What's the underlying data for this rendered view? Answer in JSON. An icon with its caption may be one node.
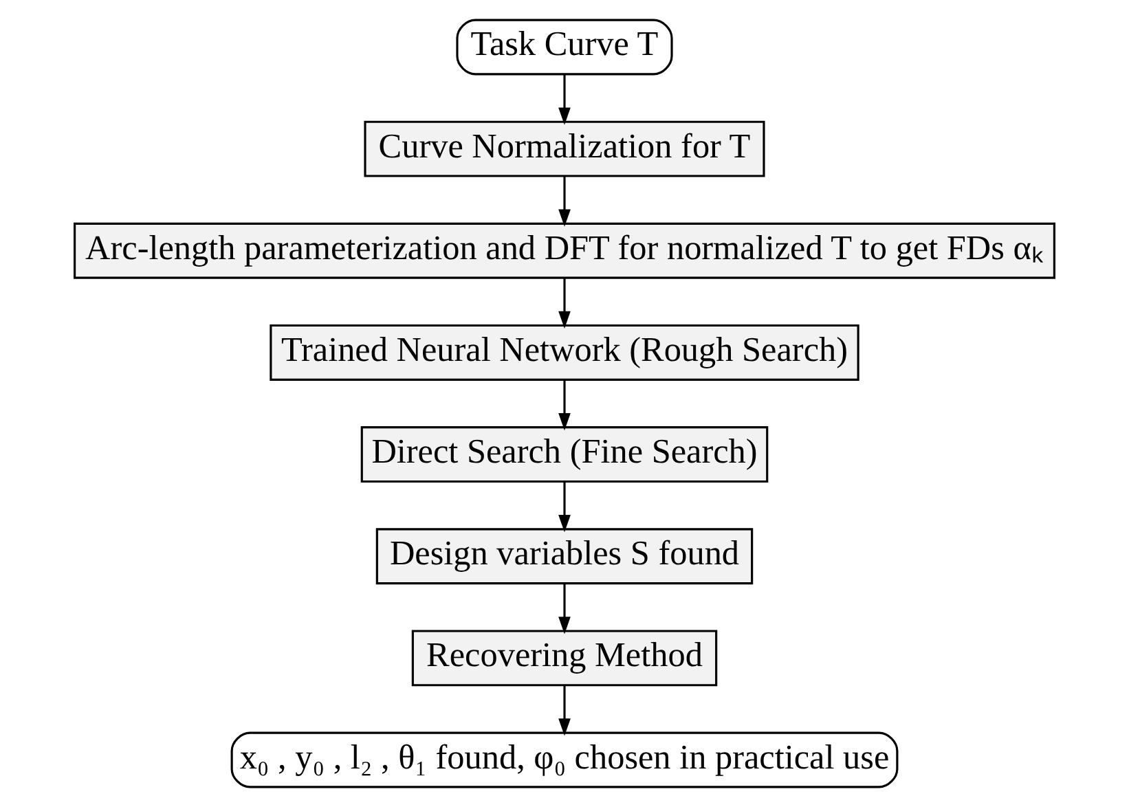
{
  "diagram": {
    "nodes": [
      {
        "text": [
          "Task Curve T"
        ]
      },
      {
        "text": [
          "Curve Normalization for T"
        ]
      },
      {
        "text": [
          "Arc-length parameterization and DFT for normalized T to get FDs αₖ"
        ]
      },
      {
        "text": [
          "Trained Neural Network (Rough Search)"
        ]
      },
      {
        "text": [
          "Direct Search (Fine Search)"
        ]
      },
      {
        "text": [
          "Design variables S found"
        ]
      },
      {
        "text": [
          "Recovering Method"
        ]
      },
      {
        "text": [
          "x₀ , y₀ , l₂ , θ₁ found, φ₀ chosen in practical use"
        ]
      }
    ],
    "edges": [
      {
        "from": 0,
        "to": 1,
        "arrow": "to"
      },
      {
        "from": 1,
        "to": 2,
        "arrow": "to"
      },
      {
        "from": 2,
        "to": 3,
        "arrow": "to"
      },
      {
        "from": 3,
        "to": 4,
        "arrow": "to"
      },
      {
        "from": 4,
        "to": 5,
        "arrow": "to"
      },
      {
        "from": 5,
        "to": 6,
        "arrow": "to"
      },
      {
        "from": 6,
        "to": 7,
        "arrow": "to"
      }
    ]
  }
}
